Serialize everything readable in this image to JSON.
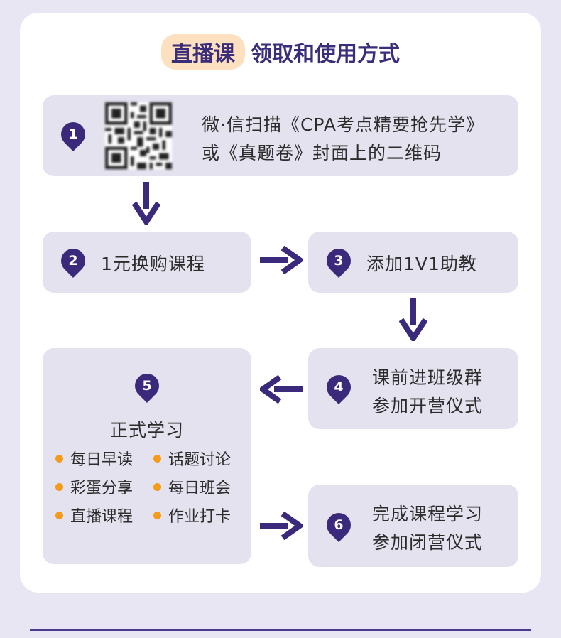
{
  "title": {
    "badge": "直播课",
    "text": "领取和使用方式"
  },
  "steps": [
    {
      "num": "1",
      "lines": [
        "微·信扫描《CPA考点精要抢先学》",
        "或《真题卷》封面上的二维码"
      ]
    },
    {
      "num": "2",
      "lines": [
        "1元换购课程"
      ]
    },
    {
      "num": "3",
      "lines": [
        "添加1V1助教"
      ]
    },
    {
      "num": "4",
      "lines": [
        "课前进班级群",
        "参加开营仪式"
      ]
    },
    {
      "num": "5",
      "title": "正式学习",
      "items": [
        "每日早读",
        "话题讨论",
        "彩蛋分享",
        "每日班会",
        "直播课程",
        "作业打卡"
      ]
    },
    {
      "num": "6",
      "lines": [
        "完成课程学习",
        "参加闭营仪式"
      ]
    }
  ],
  "colors": {
    "accent": "#3b2a7c",
    "bullet": "#f59a1a",
    "box": "#e4e2ee",
    "badge": "#fce0c0"
  }
}
